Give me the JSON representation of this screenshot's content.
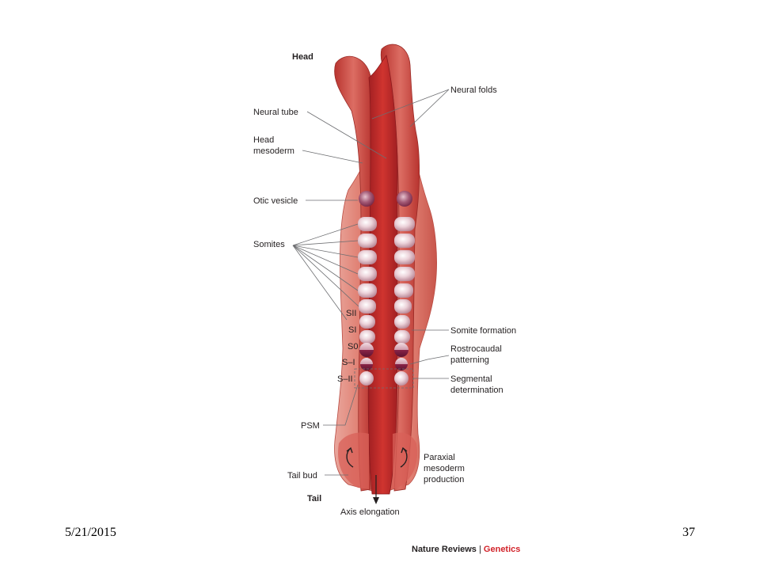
{
  "labels": {
    "head": "Head",
    "tail": "Tail",
    "neural_folds": "Neural folds",
    "neural_tube": "Neural tube",
    "head_mesoderm_1": "Head",
    "head_mesoderm_2": "mesoderm",
    "otic_vesicle": "Otic vesicle",
    "somites": "Somites",
    "sii": "SII",
    "si": "SI",
    "s0": "S0",
    "s_minus_i": "S–I",
    "s_minus_ii": "S–II",
    "somite_formation": "Somite formation",
    "rostrocaudal_1": "Rostrocaudal",
    "rostrocaudal_2": "patterning",
    "segmental_1": "Segmental",
    "segmental_2": "determination",
    "psm": "PSM",
    "paraxial_1": "Paraxial",
    "paraxial_2": "mesoderm",
    "paraxial_3": "production",
    "tail_bud": "Tail bud",
    "axis_elongation": "Axis elongation"
  },
  "footer": {
    "date": "5/21/2015",
    "page": "37",
    "credit_journal": "Nature Reviews",
    "credit_sep": "|",
    "credit_topic": "Genetics"
  },
  "colors": {
    "tissue": "#d9685f",
    "tissue_dark": "#b8322d",
    "neural_tube": "#c0282b",
    "somite": "#e8cbd3",
    "somite_shade": "#a8667a",
    "somite_dark": "#7a1f3d",
    "accent": "#d2232a"
  }
}
